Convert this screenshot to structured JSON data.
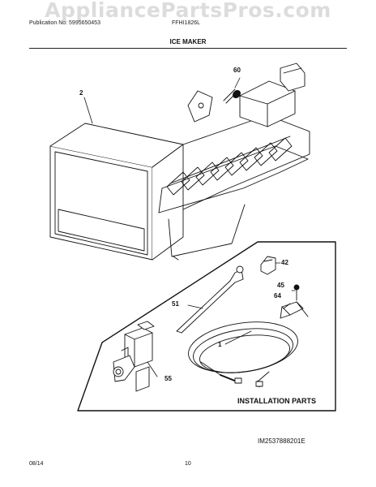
{
  "watermark": "AppliancePartsPros.com",
  "header": {
    "publication": "Publication No: 5995650453",
    "model": "FFHI1826L"
  },
  "title": "ICE MAKER",
  "callouts": {
    "c60": "60",
    "c2": "2",
    "c42": "42",
    "c45": "45",
    "c64": "64",
    "c51": "51",
    "c1": "1",
    "c55": "55"
  },
  "installation_label": "INSTALLATION PARTS",
  "image_id": "IM2537888201E",
  "footer": {
    "date": "08/14",
    "page": "10"
  }
}
